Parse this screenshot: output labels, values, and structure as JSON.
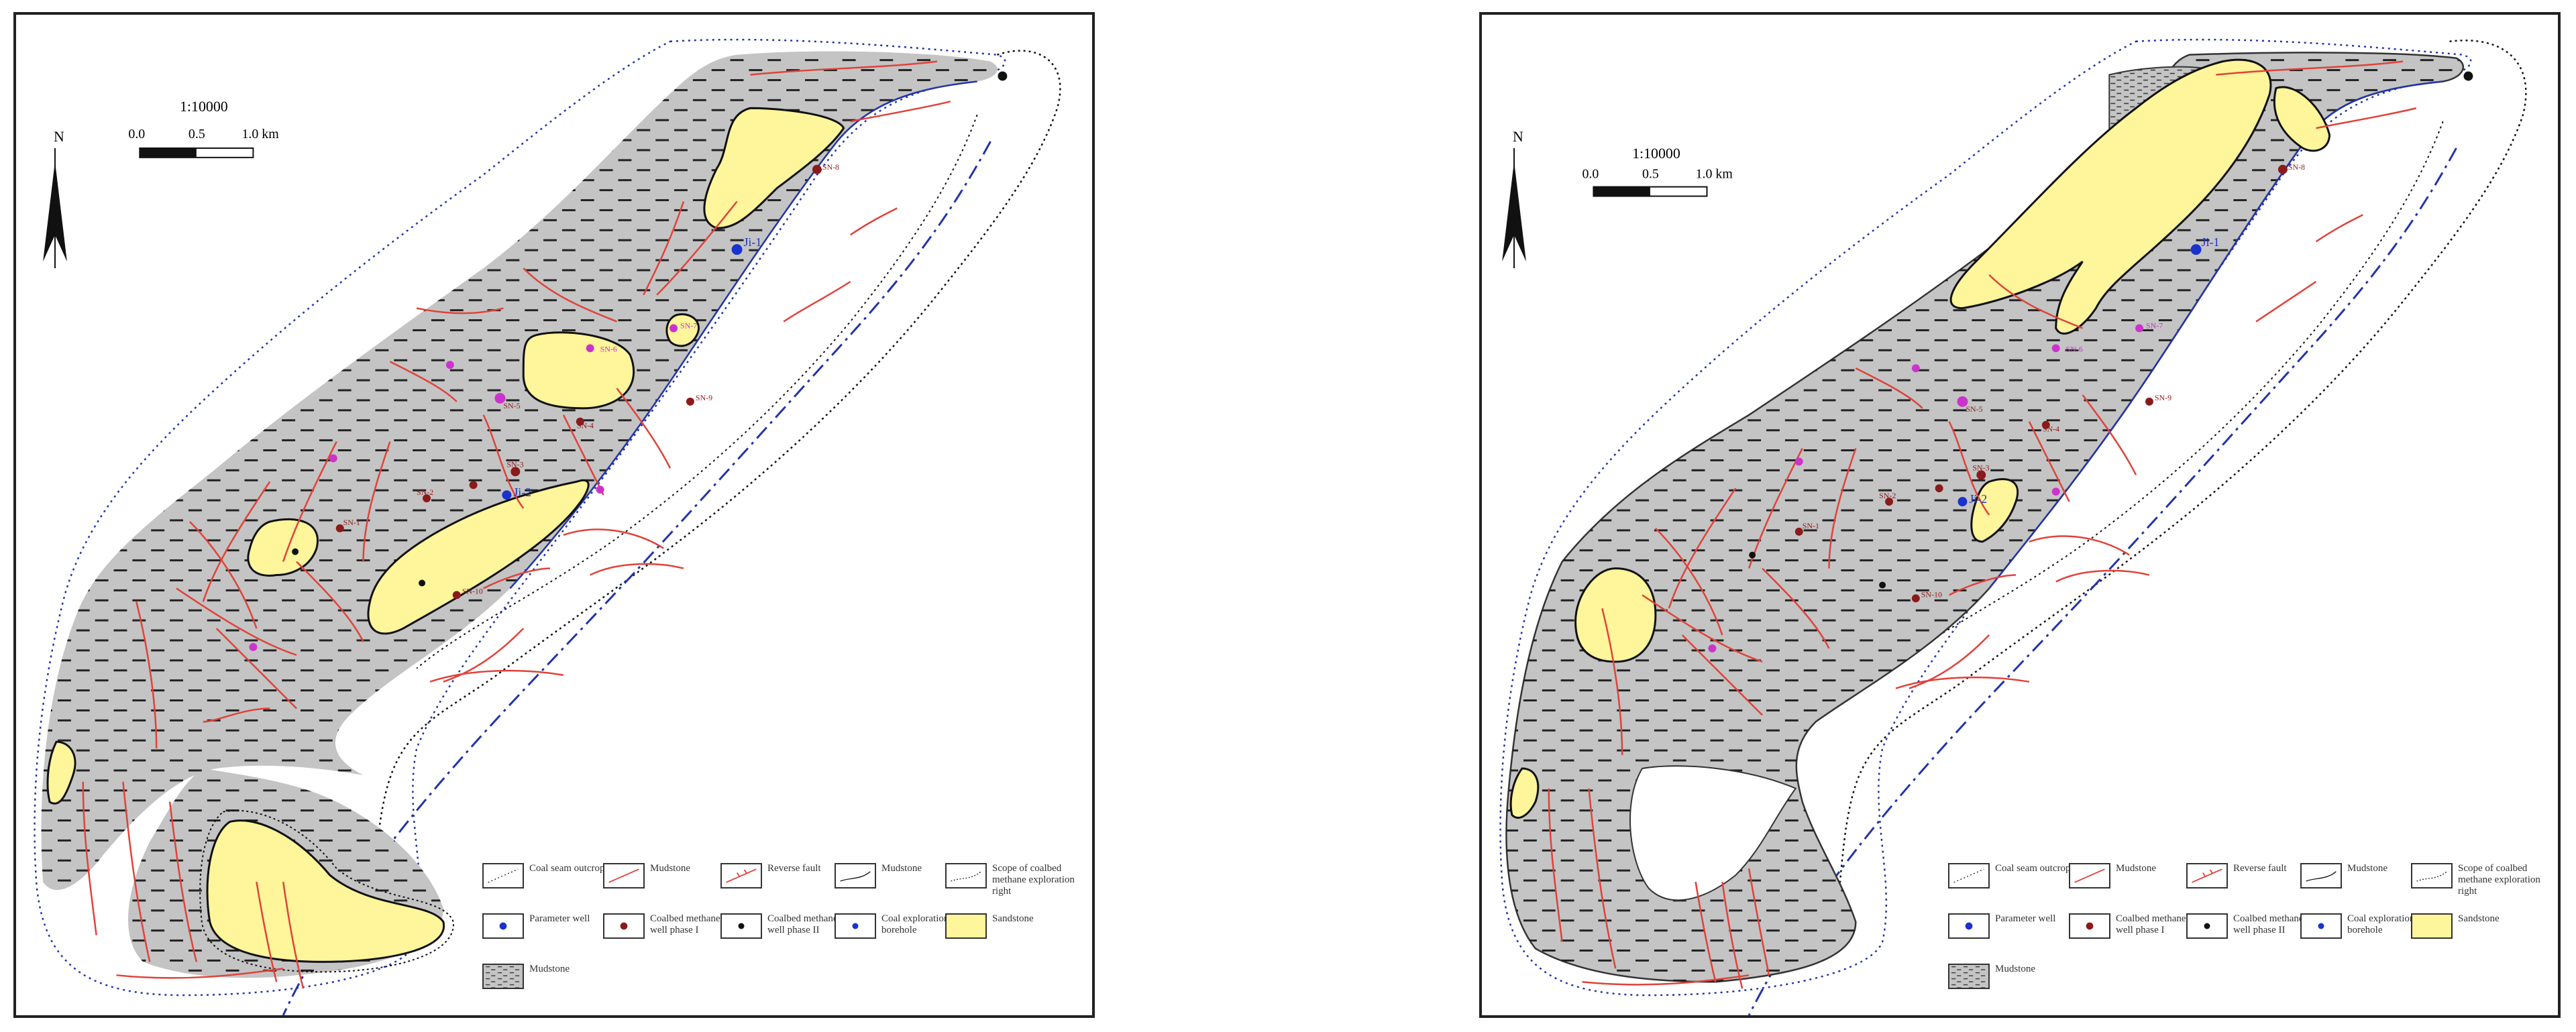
{
  "maps": [
    {
      "id": "left",
      "north_label": "N",
      "scale": {
        "ratio": "1:10000",
        "ticks": [
          "0.0",
          "0.5",
          "1.0 km"
        ]
      },
      "wells_phase1": [
        "SN-1",
        "SN-2",
        "SN-3",
        "SN-4",
        "SN-5",
        "SN-6",
        "SN-7",
        "SN-8",
        "SN-9",
        "SN-10"
      ],
      "wells_parameter": [
        "Ji-1",
        "Ji-2"
      ],
      "legend": {
        "coal_outcrop": "Coal seam outcrop",
        "mudstone_line": "Mudstone",
        "reverse_fault": "Reverse fault",
        "mudstone_boundary": "Mudstone",
        "scope": "Scope of coalbed methane exploration right",
        "parameter_well": "Parameter well",
        "cbm_phase1": "Coalbed methane well phase I",
        "cbm_phase2": "Coalbed methane well phase II",
        "coal_borehole": "Coal exploration borehole",
        "sandstone": "Sandstone",
        "mudstone_fill": "Mudstone"
      }
    },
    {
      "id": "right",
      "north_label": "N",
      "scale": {
        "ratio": "1:10000",
        "ticks": [
          "0.0",
          "0.5",
          "1.0 km"
        ]
      },
      "wells_phase1": [
        "SN-1",
        "SN-2",
        "SN-3",
        "SN-4",
        "SN-5",
        "SN-6",
        "SN-7",
        "SN-8",
        "SN-9",
        "SN-10"
      ],
      "wells_parameter": [
        "Ji-1",
        "Ji-2"
      ],
      "legend": {
        "coal_outcrop": "Coal seam outcrop",
        "mudstone_line": "Mudstone",
        "reverse_fault": "Reverse fault",
        "mudstone_boundary": "Mudstone",
        "scope": "Scope of coalbed methane exploration right",
        "parameter_well": "Parameter well",
        "cbm_phase1": "Coalbed methane well phase I",
        "cbm_phase2": "Coalbed methane well phase II",
        "coal_borehole": "Coal exploration borehole",
        "sandstone": "Sandstone",
        "mudstone_fill": "Mudstone"
      }
    }
  ],
  "colors": {
    "mudstone_fill": "#c4c4c4",
    "sandstone_fill": "#fff59a",
    "fault": "#e0423a",
    "boundary_blue": "#2233aa",
    "phase1_well": "#8b1a1a",
    "parameter_well": "#1a33cc",
    "magenta_well": "#cc33cc"
  }
}
